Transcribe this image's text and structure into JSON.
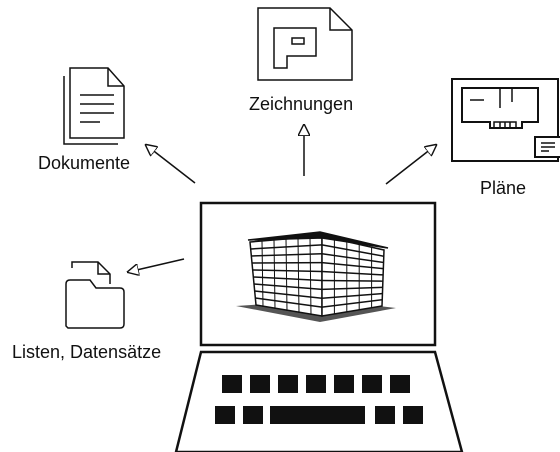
{
  "labels": {
    "documents": "Dokumente",
    "drawings": "Zeichnungen",
    "plans": "Pläne",
    "lists": "Listen, Datensätze"
  },
  "colors": {
    "stroke": "#111111",
    "background": "#ffffff"
  }
}
